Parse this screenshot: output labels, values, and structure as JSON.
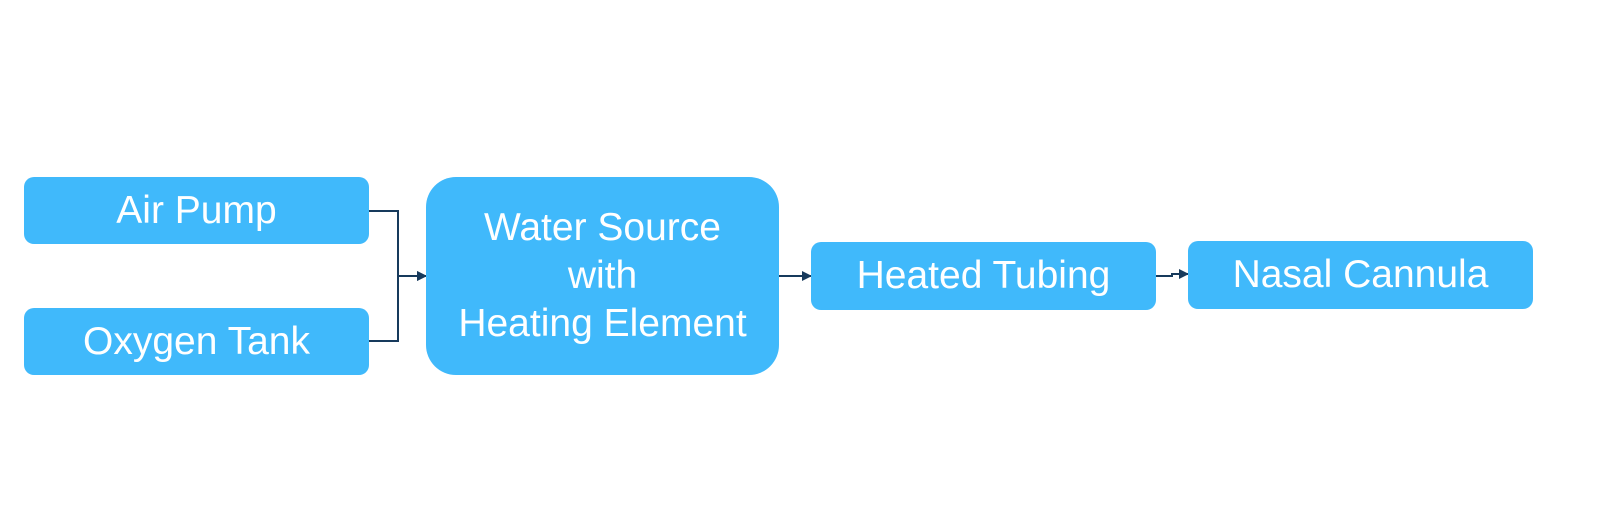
{
  "diagram": {
    "nodes": {
      "air_pump": {
        "label": "Air Pump"
      },
      "oxygen_tank": {
        "label": "Oxygen Tank"
      },
      "water_source": {
        "label": "Water Source\nwith\nHeating Element"
      },
      "heated_tubing": {
        "label": "Heated Tubing"
      },
      "nasal_cannula": {
        "label": "Nasal Cannula"
      }
    },
    "edges": [
      {
        "from": "Air Pump",
        "to": "Water Source with Heating Element"
      },
      {
        "from": "Oxygen Tank",
        "to": "Water Source with Heating Element"
      },
      {
        "from": "Water Source with Heating Element",
        "to": "Heated Tubing"
      },
      {
        "from": "Heated Tubing",
        "to": "Nasal Cannula"
      }
    ],
    "colors": {
      "node_fill": "#40b9fb",
      "node_text": "#ffffff",
      "edge": "#173a5c",
      "background": "#ffffff"
    }
  }
}
